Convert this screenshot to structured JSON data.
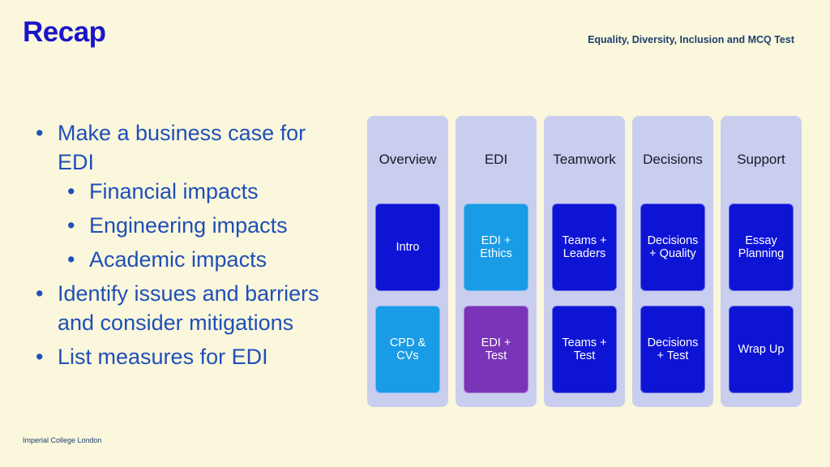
{
  "header": {
    "title": "Recap",
    "subtitle": "Equality, Diversity, Inclusion and MCQ Test"
  },
  "bullets": [
    {
      "text": "Make a business case for EDI",
      "level": 1
    },
    {
      "text": "Financial impacts",
      "level": 2
    },
    {
      "text": "Engineering impacts",
      "level": 2
    },
    {
      "text": "Academic impacts",
      "level": 2
    },
    {
      "text": "Identify issues and barriers and consider mitigations",
      "level": 1
    },
    {
      "text": "List measures for EDI",
      "level": 1
    }
  ],
  "columns": [
    {
      "header": "Overview",
      "cards": [
        {
          "label": "Intro",
          "color": "#0e14d4"
        },
        {
          "label": "CPD &\nCVs",
          "color": "#1a9be6"
        }
      ]
    },
    {
      "header": "EDI",
      "cards": [
        {
          "label": "EDI +\nEthics",
          "color": "#1a9be6"
        },
        {
          "label": "EDI +\nTest",
          "color": "#7a34b8"
        }
      ]
    },
    {
      "header": "Teamwork",
      "cards": [
        {
          "label": "Teams +\nLeaders",
          "color": "#0e14d4"
        },
        {
          "label": "Teams +\nTest",
          "color": "#0e14d4"
        }
      ]
    },
    {
      "header": "Decisions",
      "cards": [
        {
          "label": "Decisions\n+ Quality",
          "color": "#0e14d4"
        },
        {
          "label": "Decisions\n+ Test",
          "color": "#0e14d4"
        }
      ]
    },
    {
      "header": "Support",
      "cards": [
        {
          "label": "Essay\nPlanning",
          "color": "#0e14d4"
        },
        {
          "label": "Wrap Up",
          "color": "#0e14d4"
        }
      ]
    }
  ],
  "footer": {
    "text": "Imperial College London"
  }
}
